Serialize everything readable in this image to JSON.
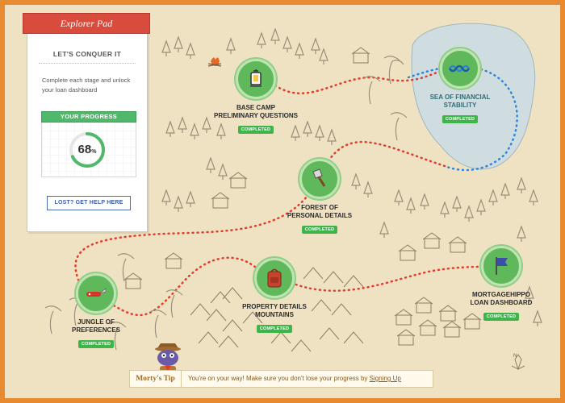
{
  "explorer_pad": {
    "header": "Explorer Pad",
    "title": "LET'S CONQUER IT",
    "description": "Complete each stage and unlock your loan dashboard",
    "progress_label": "YOUR PROGRESS",
    "progress_value": "68",
    "progress_unit": "%",
    "progress_fraction": 0.68,
    "help_button": "LOST? GET HELP HERE"
  },
  "stages": [
    {
      "id": "base-camp",
      "title_line1": "BASE CAMP",
      "title_line2": "PRELIMINARY QUESTIONS",
      "status": "COMPLETED",
      "icon": "lantern-icon"
    },
    {
      "id": "sea",
      "title_line1": "SEA OF FINANCIAL",
      "title_line2": "STABILITY",
      "status": "COMPLETED",
      "icon": "rope-icon"
    },
    {
      "id": "forest",
      "title_line1": "FOREST OF",
      "title_line2": "PERSONAL DETAILS",
      "status": "COMPLETED",
      "icon": "axe-icon"
    },
    {
      "id": "jungle",
      "title_line1": "JUNGLE OF",
      "title_line2": "PREFERENCES",
      "status": "COMPLETED",
      "icon": "pocket-knife-icon"
    },
    {
      "id": "property",
      "title_line1": "PROPERTY DETAILS",
      "title_line2": "MOUNTAINS",
      "status": "COMPLETED",
      "icon": "backpack-icon"
    },
    {
      "id": "dashboard",
      "title_line1": "MORTGAGEHIPPO",
      "title_line2": "LOAN DASHBOARD",
      "status": "COMPLETED",
      "icon": "flag-icon"
    }
  ],
  "tip": {
    "name": "Morty's Tip",
    "text": "You're on your way! Make sure you don't lose your progress by",
    "link": "Signing Up"
  },
  "compass_label": "N",
  "colors": {
    "frame": "#e88a2f",
    "parchment": "#efe2c2",
    "badge": "#5fb85a",
    "completed": "#3fb44b",
    "path_red": "#e23c2c",
    "path_blue": "#2f86d6",
    "pad_header": "#d94c3d"
  }
}
